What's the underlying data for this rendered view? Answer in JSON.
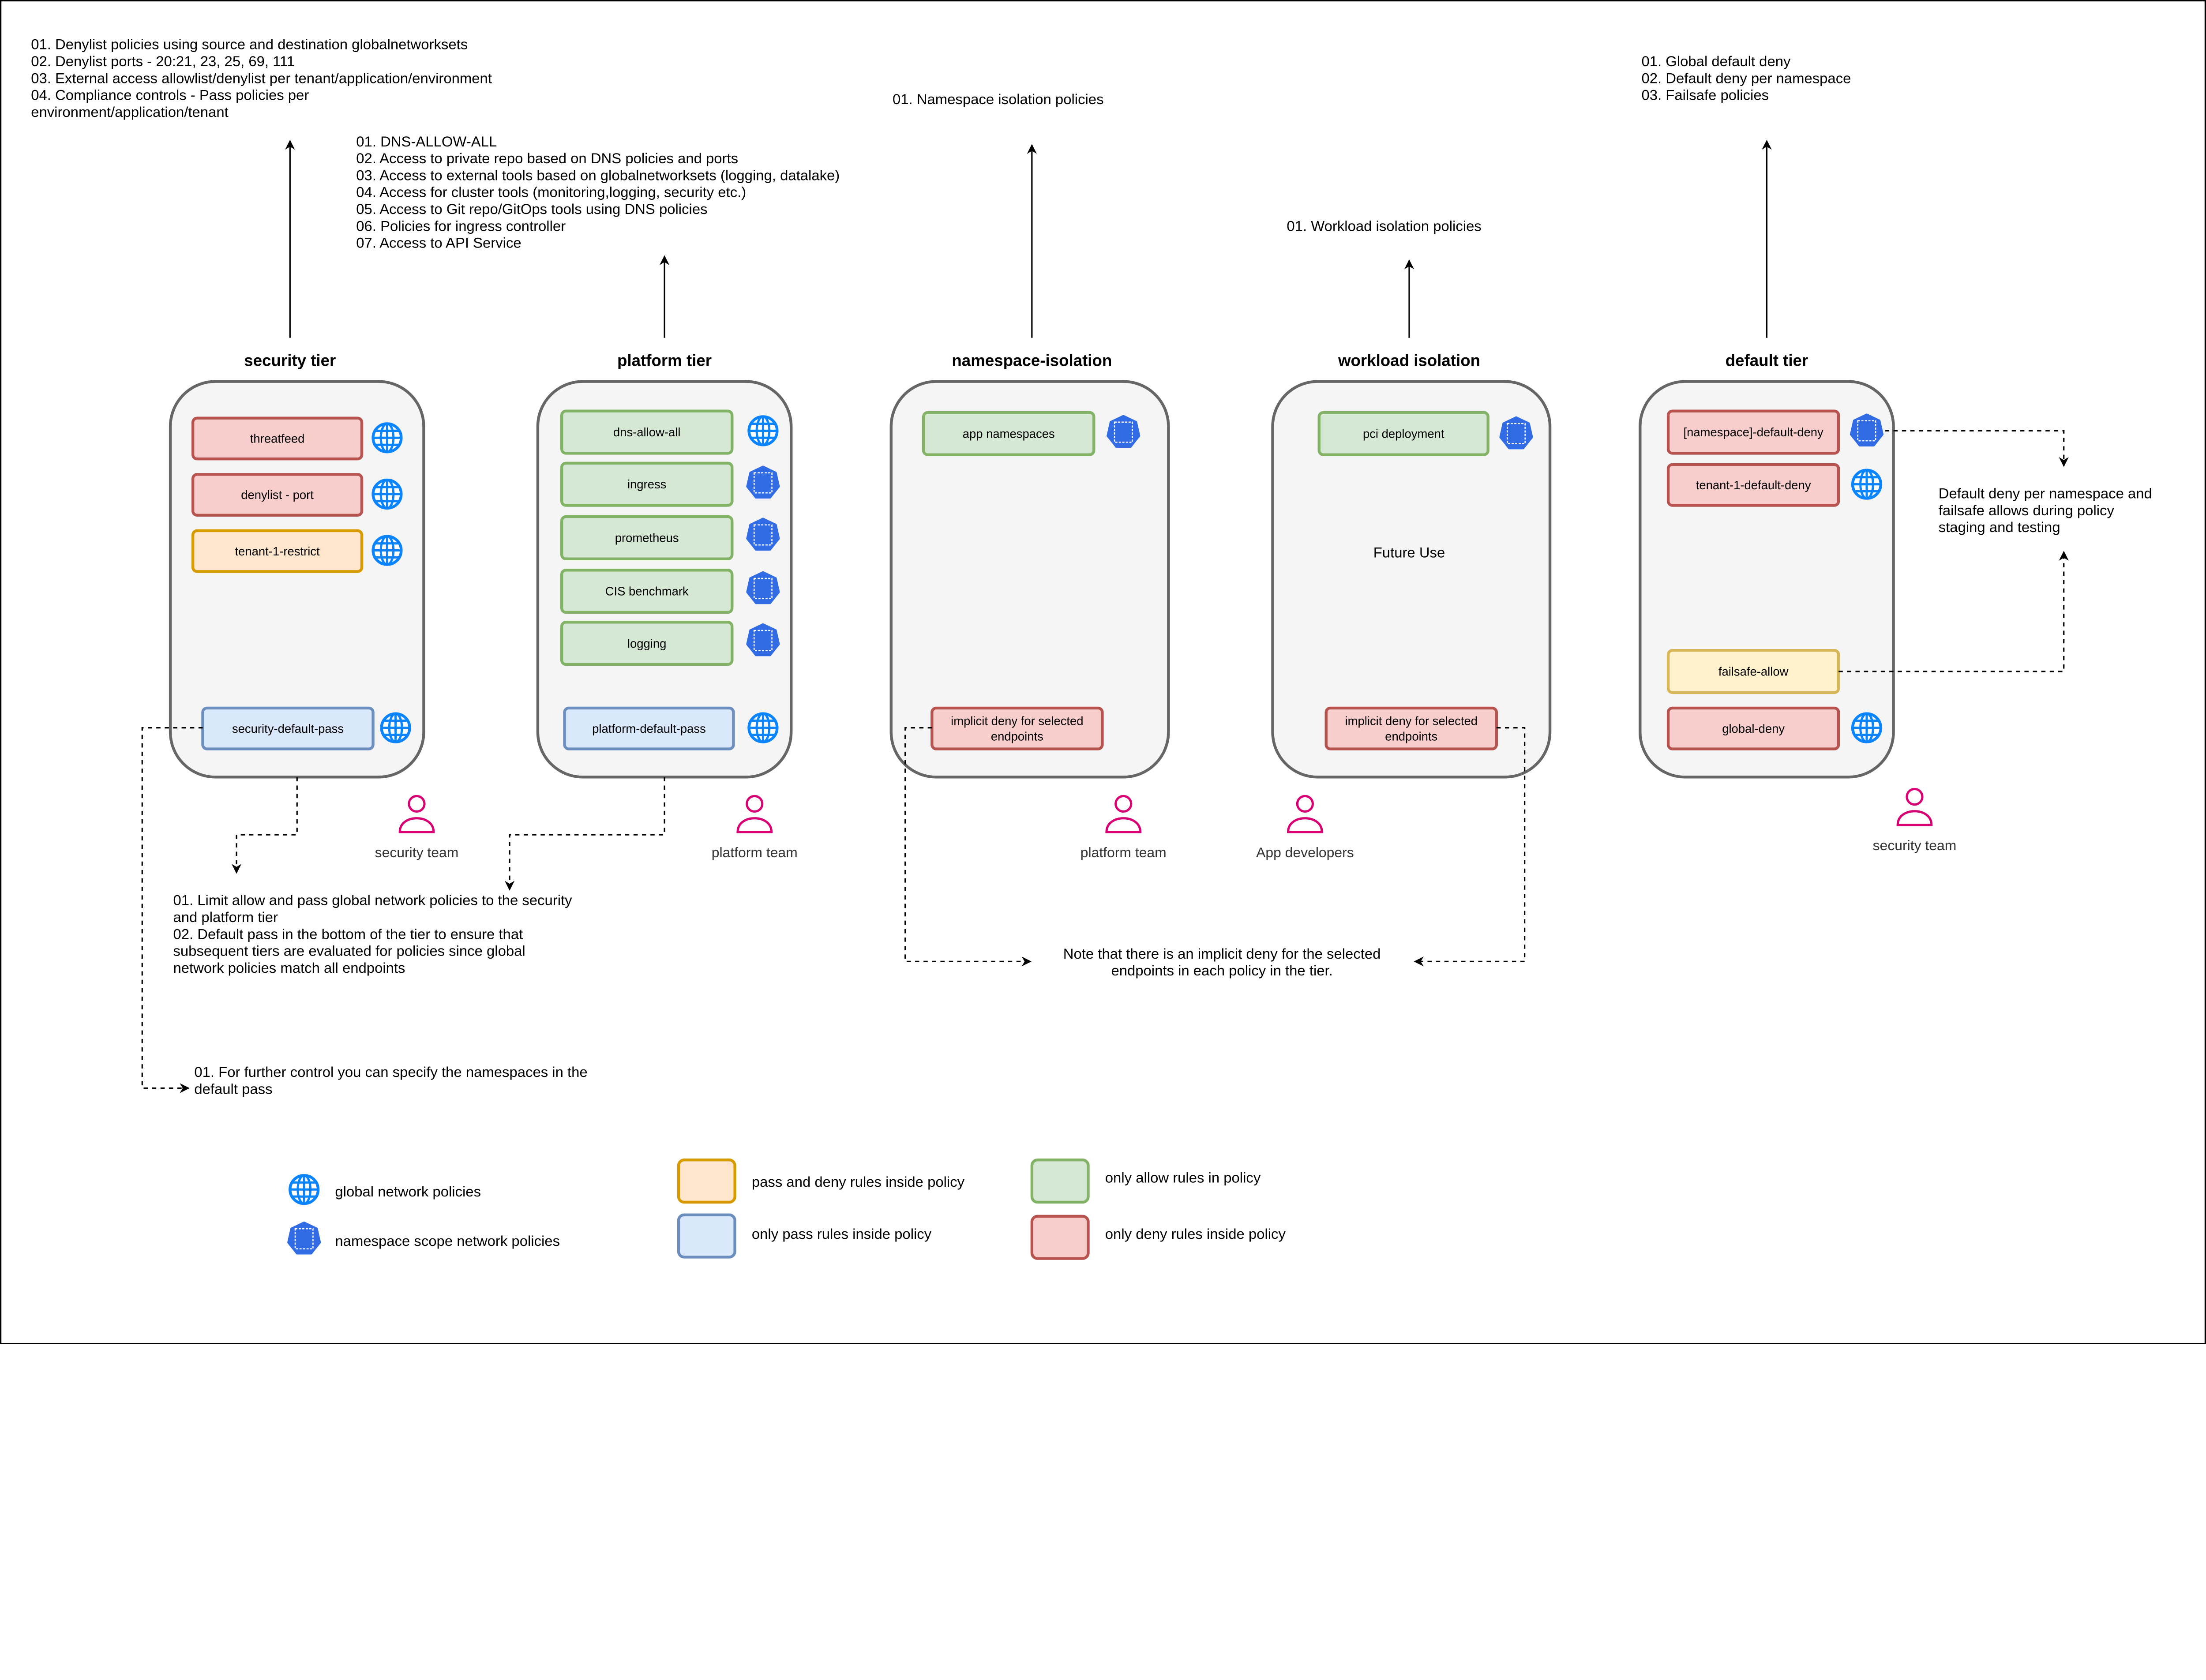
{
  "colors": {
    "deny": {
      "fill": "#f8cecc",
      "stroke": "#b85450"
    },
    "allow": {
      "fill": "#d5e8d4",
      "stroke": "#82b366"
    },
    "pass": {
      "fill": "#dae8fc",
      "stroke": "#6c8ebf"
    },
    "pass_deny": {
      "fill": "#ffe6cc",
      "stroke": "#d79b00"
    },
    "failsafe": {
      "fill": "#fff2cc",
      "stroke": "#d6b656"
    },
    "tier_fill": "#f5f5f5",
    "tier_stroke": "#666666",
    "globe_icon": "#0a84ff",
    "namespace_icon": "#326ce5",
    "person_icon": "#d80073"
  },
  "tiers": [
    {
      "title": "security tier",
      "notes": [
        "01. Denylist policies using source and destination globalnetworksets",
        "02. Denylist ports - 20:21, 23, 25, 69, 111",
        "03. External access allowlist/denylist per tenant/application/environment",
        "04. Compliance controls - Pass policies per",
        "environment/application/tenant"
      ],
      "policies": [
        {
          "label": "threatfeed",
          "kind": "deny",
          "icon": "globe-icon"
        },
        {
          "label": "denylist - port",
          "kind": "deny",
          "icon": "globe-icon"
        },
        {
          "label": "tenant-1-restrict",
          "kind": "pass_deny",
          "icon": "globe-icon"
        },
        {
          "label": "security-default-pass",
          "kind": "pass",
          "icon": "globe-icon"
        }
      ],
      "team": "security team"
    },
    {
      "title": "platform tier",
      "notes": [
        "01. DNS-ALLOW-ALL",
        "02. Access to private repo based on DNS policies and ports",
        "03. Access to external tools based on globalnetworksets (logging, datalake)",
        "04. Access for cluster tools (monitoring,logging, security etc.)",
        "05. Access to Git repo/GitOps tools using DNS policies",
        "06. Policies for ingress controller",
        "07. Access to API Service"
      ],
      "policies": [
        {
          "label": "dns-allow-all",
          "kind": "allow",
          "icon": "globe-icon"
        },
        {
          "label": "ingress",
          "kind": "allow",
          "icon": "namespace-icon"
        },
        {
          "label": "prometheus",
          "kind": "allow",
          "icon": "namespace-icon"
        },
        {
          "label": "CIS benchmark",
          "kind": "allow",
          "icon": "namespace-icon"
        },
        {
          "label": "logging",
          "kind": "allow",
          "icon": "namespace-icon"
        },
        {
          "label": "platform-default-pass",
          "kind": "pass",
          "icon": "globe-icon"
        }
      ],
      "team": "platform team"
    },
    {
      "title": "namespace-isolation",
      "notes": [
        "01. Namespace isolation policies"
      ],
      "policies": [
        {
          "label": "app namespaces",
          "kind": "allow",
          "icon": "namespace-icon"
        },
        {
          "label": "implicit deny for selected|endpoints",
          "kind": "deny",
          "icon": ""
        }
      ],
      "team": "platform team"
    },
    {
      "title": "workload isolation",
      "notes": [
        "01. Workload isolation policies"
      ],
      "policies": [
        {
          "label": "pci deployment",
          "kind": "allow",
          "icon": "namespace-icon"
        },
        {
          "label": "implicit deny for selected|endpoints",
          "kind": "deny",
          "icon": ""
        }
      ],
      "center_text": "Future Use",
      "team": "App developers"
    },
    {
      "title": "default tier",
      "notes": [
        "01. Global default deny",
        "02. Default deny per namespace",
        "03. Failsafe policies"
      ],
      "policies": [
        {
          "label": "[namespace]-default-deny",
          "kind": "deny",
          "icon": "namespace-icon"
        },
        {
          "label": "tenant-1-default-deny",
          "kind": "deny",
          "icon": "globe-icon"
        },
        {
          "label": "failsafe-allow",
          "kind": "failsafe",
          "icon": ""
        },
        {
          "label": "global-deny",
          "kind": "deny",
          "icon": "globe-icon"
        }
      ],
      "team": "security team"
    }
  ],
  "annotations": {
    "pass_note": [
      "01. Limit allow and pass global network policies to the security",
      "and platform tier",
      "02. Default pass in the bottom of the tier to ensure that",
      "subsequent tiers are evaluated for policies since global",
      "network policies match all endpoints"
    ],
    "namespace_note": [
      "01. For further control you can specify the namespaces in the",
      "default pass"
    ],
    "implicit_note": [
      "Note that there is an implicit deny for the selected",
      "endpoints in each policy in the tier."
    ],
    "default_note": [
      "Default deny per namespace and",
      "failsafe allows during policy",
      "staging and testing"
    ]
  },
  "legend": [
    {
      "label": "global network policies",
      "icon": "globe-icon"
    },
    {
      "label": "namespace scope network policies",
      "icon": "namespace-icon"
    },
    {
      "label": "pass and deny rules inside policy",
      "kind": "pass_deny"
    },
    {
      "label": "only pass rules inside policy",
      "kind": "pass"
    },
    {
      "label": "only allow rules in policy",
      "kind": "allow"
    },
    {
      "label": "only deny rules inside policy",
      "kind": "deny"
    }
  ]
}
